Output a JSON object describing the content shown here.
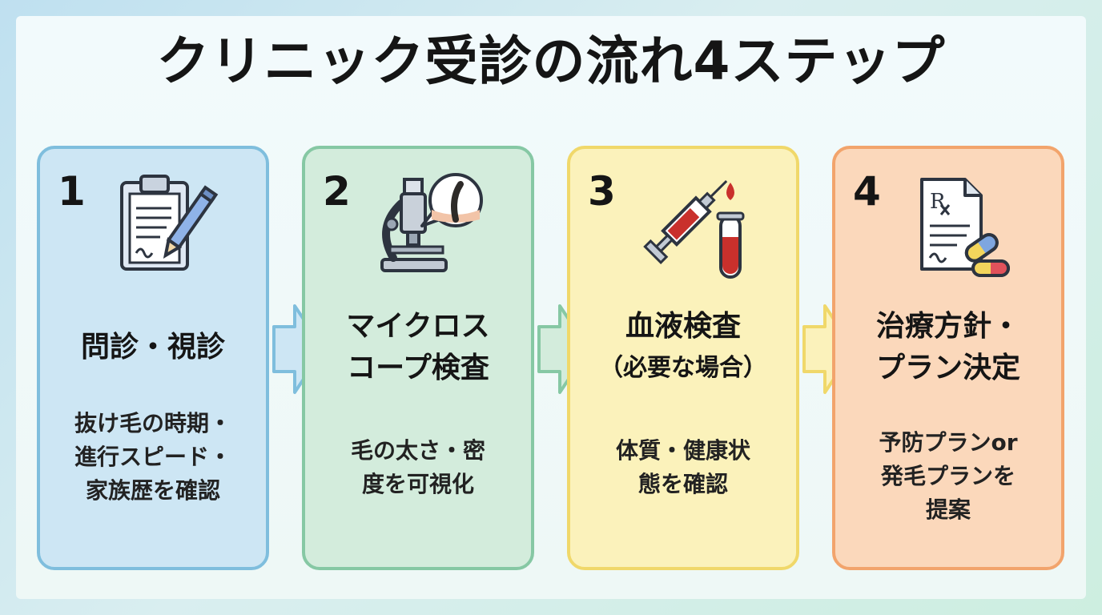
{
  "title": "クリニック受診の流れ4ステップ",
  "colors": {
    "step1_bg": "#cde6f4",
    "step2_bg": "#d3ecdc",
    "step3_bg": "#fbf2bb",
    "step4_bg": "#fbd8bb"
  },
  "steps": [
    {
      "number": "1",
      "icon": "clipboard-pencil-icon",
      "heading": [
        "問診・視診"
      ],
      "description": [
        "抜け毛の時期・",
        "進行スピード・",
        "家族歴を確認"
      ]
    },
    {
      "number": "2",
      "icon": "microscope-icon",
      "heading": [
        "マイクロス",
        "コープ検査"
      ],
      "description": [
        "毛の太さ・密",
        "度を可視化"
      ]
    },
    {
      "number": "3",
      "icon": "syringe-blood-tube-icon",
      "heading": [
        "血液検査",
        "（必要な場合）"
      ],
      "description": [
        "体質・健康状",
        "態を確認"
      ]
    },
    {
      "number": "4",
      "icon": "prescription-pills-icon",
      "heading": [
        "治療方針・",
        "プラン決定"
      ],
      "description": [
        "予防プランor",
        "発毛プランを",
        "提案"
      ]
    }
  ]
}
